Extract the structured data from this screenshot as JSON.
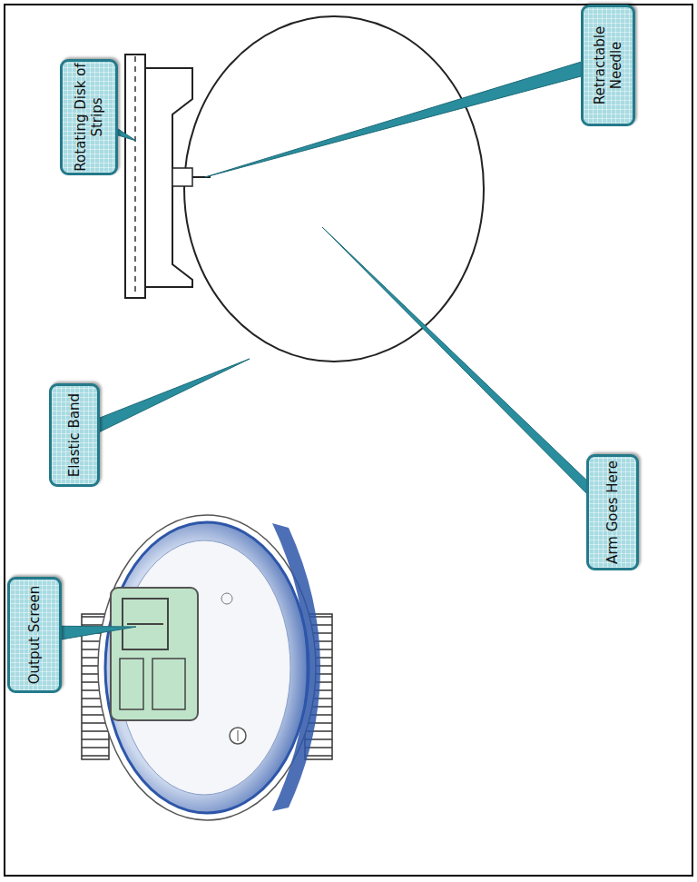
{
  "diagram": {
    "nodes": [
      {
        "text": [
          "Output Screen"
        ]
      },
      {
        "text": [
          "Elastic Band"
        ]
      },
      {
        "text": [
          "Rotating Disk of Strips"
        ]
      },
      {
        "text": [
          "Arm Goes Here"
        ]
      },
      {
        "text": [
          "Retractable Needle"
        ]
      }
    ]
  }
}
